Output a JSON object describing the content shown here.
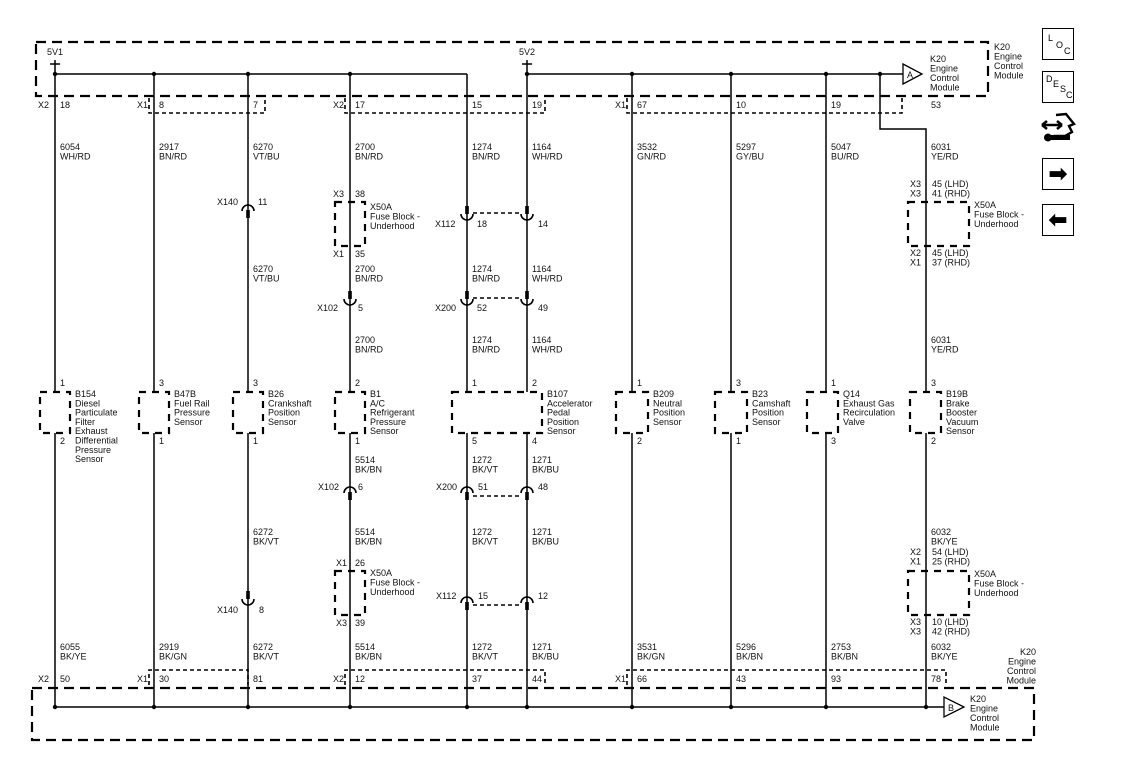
{
  "module": {
    "name_lines": [
      "K20",
      "Engine",
      "Control",
      "Module"
    ],
    "connector_a_label": "A",
    "connector_b_label": "B"
  },
  "supplies": {
    "v1": "5V1",
    "v2": "5V2"
  },
  "top_pins": [
    {
      "connector": "X2",
      "pin": "18"
    },
    {
      "connector": "X1",
      "pin": "8"
    },
    {
      "connector": "",
      "pin": "7"
    },
    {
      "connector": "X2",
      "pin": "17"
    },
    {
      "connector": "",
      "pin": "15"
    },
    {
      "connector": "",
      "pin": "19"
    },
    {
      "connector": "X1",
      "pin": "67"
    },
    {
      "connector": "",
      "pin": "10"
    },
    {
      "connector": "",
      "pin": "19"
    },
    {
      "connector": "",
      "pin": "53"
    }
  ],
  "bottom_pins": [
    {
      "connector": "X2",
      "pin": "50"
    },
    {
      "connector": "X1",
      "pin": "30"
    },
    {
      "connector": "",
      "pin": "81"
    },
    {
      "connector": "X2",
      "pin": "12"
    },
    {
      "connector": "",
      "pin": "37"
    },
    {
      "connector": "",
      "pin": "44"
    },
    {
      "connector": "X1",
      "pin": "66"
    },
    {
      "connector": "",
      "pin": "43"
    },
    {
      "connector": "",
      "pin": "93"
    },
    {
      "connector": "",
      "pin": "78"
    }
  ],
  "wires_top": [
    {
      "circuit": "6054",
      "color": "WH/RD"
    },
    {
      "circuit": "2917",
      "color": "BN/RD"
    },
    {
      "circuit": "6270",
      "color": "VT/BU"
    },
    {
      "circuit": "2700",
      "color": "BN/RD"
    },
    {
      "circuit": "1274",
      "color": "BN/RD"
    },
    {
      "circuit": "1164",
      "color": "WH/RD"
    },
    {
      "circuit": "3532",
      "color": "GN/RD"
    },
    {
      "circuit": "5297",
      "color": "GY/BU"
    },
    {
      "circuit": "5047",
      "color": "BU/RD"
    },
    {
      "circuit": "6031",
      "color": "YE/RD"
    }
  ],
  "wires_mid_top": [
    {
      "circuit": "6270",
      "color": "VT/BU"
    },
    {
      "circuit": "2700",
      "color": "BN/RD"
    },
    {
      "circuit": "1274",
      "color": "BN/RD"
    },
    {
      "circuit": "1164",
      "color": "WH/RD"
    },
    {
      "circuit": "2700",
      "color": "BN/RD"
    },
    {
      "circuit": "1274",
      "color": "BN/RD"
    },
    {
      "circuit": "1164",
      "color": "WH/RD"
    },
    {
      "circuit": "6031",
      "color": "YE/RD"
    }
  ],
  "wires_mid_bottom": [
    {
      "circuit": "5514",
      "color": "BK/BN"
    },
    {
      "circuit": "1272",
      "color": "BK/VT"
    },
    {
      "circuit": "1271",
      "color": "BK/BU"
    },
    {
      "circuit": "6272",
      "color": "BK/VT"
    },
    {
      "circuit": "5514",
      "color": "BK/BN"
    },
    {
      "circuit": "1272",
      "color": "BK/VT"
    },
    {
      "circuit": "1271",
      "color": "BK/BU"
    },
    {
      "circuit": "6032",
      "color": "BK/YE"
    }
  ],
  "wires_bottom": [
    {
      "circuit": "6055",
      "color": "BK/YE"
    },
    {
      "circuit": "2919",
      "color": "BK/GN"
    },
    {
      "circuit": "6272",
      "color": "BK/VT"
    },
    {
      "circuit": "5514",
      "color": "BK/BN"
    },
    {
      "circuit": "1272",
      "color": "BK/VT"
    },
    {
      "circuit": "1271",
      "color": "BK/BU"
    },
    {
      "circuit": "3531",
      "color": "BK/GN"
    },
    {
      "circuit": "5296",
      "color": "BK/BN"
    },
    {
      "circuit": "2753",
      "color": "BK/BN"
    },
    {
      "circuit": "6032",
      "color": "BK/YE"
    }
  ],
  "inline_connectors": [
    {
      "id": "X140",
      "pin": "11"
    },
    {
      "id": "X102",
      "pin": "5"
    },
    {
      "id": "X112",
      "pins": [
        "18",
        "14"
      ]
    },
    {
      "id": "X200",
      "pins": [
        "52",
        "49"
      ]
    },
    {
      "id": "X102",
      "pin": "6"
    },
    {
      "id": "X200",
      "pins": [
        "51",
        "48"
      ]
    },
    {
      "id": "X112",
      "pins": [
        "15",
        "12"
      ]
    },
    {
      "id": "X140",
      "pin": "8"
    }
  ],
  "fuse_blocks": [
    {
      "name_lines": [
        "X50A",
        "Fuse Block -",
        "Underhood"
      ],
      "top": [
        "X3",
        "38"
      ],
      "bottom": [
        "X1",
        "35"
      ]
    },
    {
      "name_lines": [
        "X50A",
        "Fuse Block -",
        "Underhood"
      ],
      "top": [
        "X1",
        "26"
      ],
      "bottom": [
        "X3",
        "39"
      ]
    },
    {
      "name_lines": [
        "X50A",
        "Fuse Block -",
        "Underhood"
      ],
      "top_lines": [
        [
          "X3",
          "45 (LHD)"
        ],
        [
          "X3",
          "41 (RHD)"
        ]
      ],
      "bottom_lines": [
        [
          "X2",
          "45 (LHD)"
        ],
        [
          "X1",
          "37 (RHD)"
        ]
      ]
    },
    {
      "name_lines": [
        "X50A",
        "Fuse Block -",
        "Underhood"
      ],
      "top_lines": [
        [
          "X2",
          "54 (LHD)"
        ],
        [
          "X1",
          "25 (RHD)"
        ]
      ],
      "bottom_lines": [
        [
          "X3",
          "10 (LHD)"
        ],
        [
          "X3",
          "42 (RHD)"
        ]
      ]
    }
  ],
  "components": [
    {
      "id": "B154",
      "lines": [
        "B154",
        "Diesel",
        "Particulate",
        "Filter",
        "Exhaust",
        "Differential",
        "Pressure",
        "Sensor"
      ],
      "pin_top": "1",
      "pin_bottom": "2"
    },
    {
      "id": "B47B",
      "lines": [
        "B47B",
        "Fuel Rail",
        "Pressure",
        "Sensor"
      ],
      "pin_top": "3",
      "pin_bottom": "1"
    },
    {
      "id": "B26",
      "lines": [
        "B26",
        "Crankshaft",
        "Position",
        "Sensor"
      ],
      "pin_top": "3",
      "pin_bottom": "1"
    },
    {
      "id": "B1",
      "lines": [
        "B1",
        "A/C",
        "Refrigerant",
        "Pressure",
        "Sensor"
      ],
      "pin_top": "2",
      "pin_bottom": "1"
    },
    {
      "id": "B107",
      "lines": [
        "B107",
        "Accelerator",
        "Pedal",
        "Position",
        "Sensor"
      ],
      "pins_top": [
        "1",
        "2"
      ],
      "pins_bottom": [
        "5",
        "4"
      ]
    },
    {
      "id": "B209",
      "lines": [
        "B209",
        "Neutral",
        "Position",
        "Sensor"
      ],
      "pin_top": "1",
      "pin_bottom": "2"
    },
    {
      "id": "B23",
      "lines": [
        "B23",
        "Camshaft",
        "Position",
        "Sensor"
      ],
      "pin_top": "3",
      "pin_bottom": "1"
    },
    {
      "id": "Q14",
      "lines": [
        "Q14",
        "Exhaust Gas",
        "Recirculation",
        "Valve"
      ],
      "pin_top": "1",
      "pin_bottom": "3"
    },
    {
      "id": "B19B",
      "lines": [
        "B19B",
        "Brake",
        "Booster",
        "Vacuum",
        "Sensor"
      ],
      "pin_top": "3",
      "pin_bottom": "2"
    }
  ],
  "nav": {
    "loc_letters": [
      "L",
      "O",
      "C"
    ],
    "desc_letters": [
      "D",
      "E",
      "S",
      "C"
    ],
    "next_glyph": "➡",
    "prev_glyph": "⬅",
    "icons": [
      "location-icon",
      "description-icon",
      "service-tools-icon",
      "next-page-arrow-icon",
      "previous-page-arrow-icon"
    ]
  }
}
